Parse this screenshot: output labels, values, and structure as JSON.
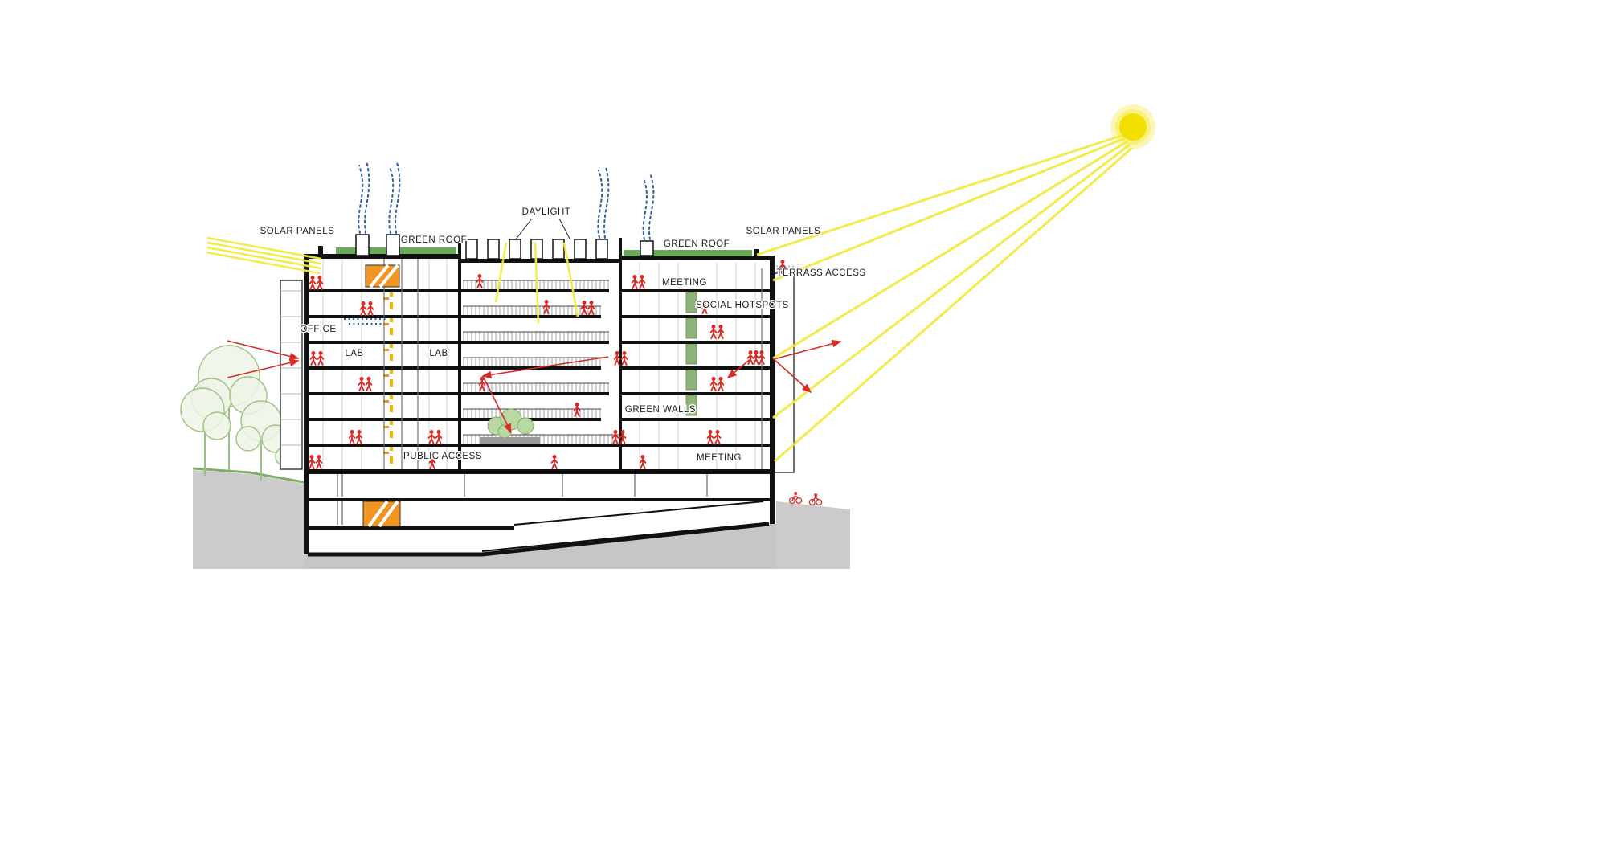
{
  "diagram": {
    "type": "architectural-section-sustainability-diagram",
    "labels": {
      "solar_panels_left": "SOLAR PANELS",
      "green_roof_left": "GREEN ROOF",
      "daylight": "DAYLIGHT",
      "solar_panels_right": "SOLAR PANELS",
      "green_roof_right": "GREEN ROOF",
      "terrass_access": "TERRASS ACCESS",
      "meeting_upper": "MEETING",
      "social_hotspots": "SOCIAL HOTSPOTS",
      "office": "OFFICE",
      "lab_left": "LAB",
      "lab_right": "LAB",
      "green_walls": "GREEN WALLS",
      "public_access": "PUBLIC ACCESS",
      "meeting_lower": "MEETING"
    },
    "colors": {
      "sun": "#f2e100",
      "sun_halo": "#fcf7b8",
      "sun_ray": "#f2ea43",
      "people": "#d92b26",
      "greenery": "#8db57a",
      "green_roof": "#6aa85c",
      "core_panel": "#f09422",
      "core_dashed_line": "#f2b600",
      "ventilation": "#2b5ea7",
      "ground": "#cbcbcb",
      "outline": "#111111"
    },
    "icons": {
      "sun": "sun-icon",
      "person": "person-icon",
      "cyclist": "cyclist-icon",
      "tree": "tree-icon",
      "ventilation_plume": "ventilation-plume-icon",
      "arrow": "red-arrow-icon"
    }
  }
}
